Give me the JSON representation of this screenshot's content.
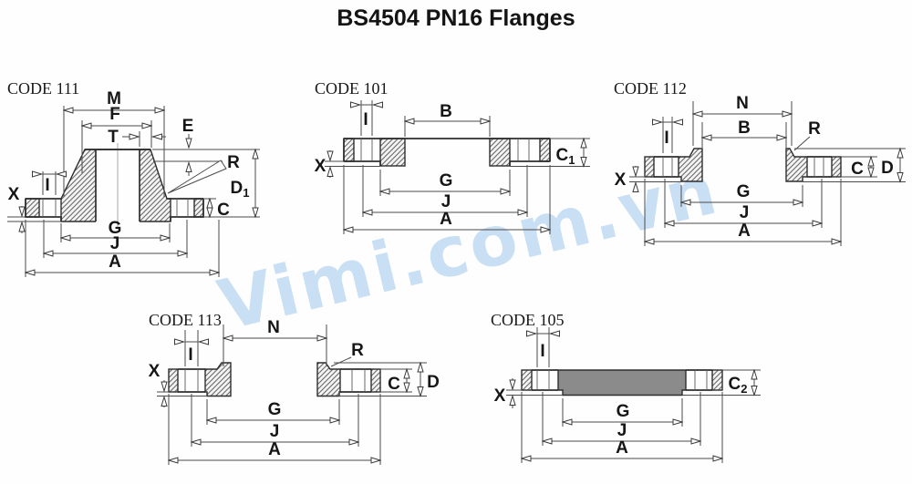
{
  "title": "BS4504 PN16 Flanges",
  "watermark": "Vimi.com.vn",
  "diagrams": [
    {
      "id": "code111",
      "label": "CODE 111",
      "type": "weld-neck flange section",
      "dims": {
        "M": "M",
        "F": "F",
        "T": "T",
        "E": "E",
        "R": "R",
        "I": "I",
        "X": "X",
        "C": "C",
        "D1": {
          "main": "D",
          "sub": "1"
        },
        "G": "G",
        "J": "J",
        "A": "A"
      }
    },
    {
      "id": "code101",
      "label": "CODE 101",
      "type": "plate flange section",
      "dims": {
        "I": "I",
        "B": "B",
        "X": "X",
        "C1": {
          "main": "C",
          "sub": "1"
        },
        "G": "G",
        "J": "J",
        "A": "A"
      }
    },
    {
      "id": "code112",
      "label": "CODE 112",
      "type": "raised-face plate flange section",
      "dims": {
        "N": "N",
        "B": "B",
        "I": "I",
        "R": "R",
        "X": "X",
        "C": "C",
        "D": "D",
        "G": "G",
        "J": "J",
        "A": "A"
      }
    },
    {
      "id": "code113",
      "label": "CODE 113",
      "type": "raised-face plate flange section",
      "dims": {
        "N": "N",
        "I": "I",
        "R": "R",
        "X": "X",
        "C": "C",
        "D": "D",
        "G": "G",
        "J": "J",
        "A": "A"
      }
    },
    {
      "id": "code105",
      "label": "CODE 105",
      "type": "blind flange section",
      "dims": {
        "I": "I",
        "X": "X",
        "C2": {
          "main": "C",
          "sub": "2"
        },
        "G": "G",
        "J": "J",
        "A": "A"
      }
    }
  ]
}
